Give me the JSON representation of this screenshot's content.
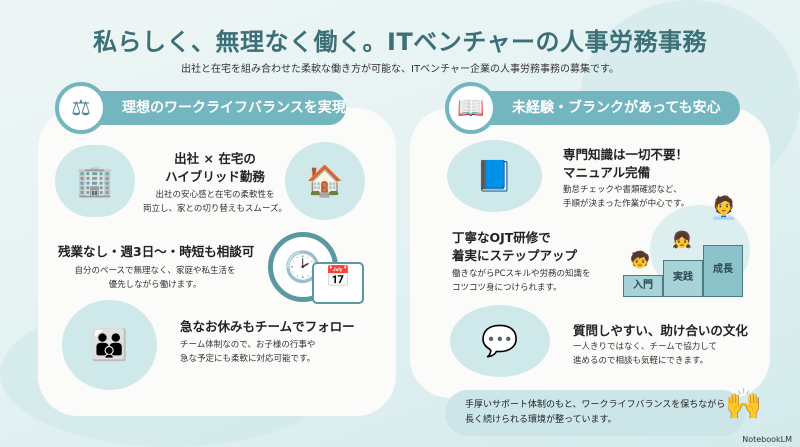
{
  "header": {
    "title": "私らしく、無理なく働く。ITベンチャーの人事労務事務",
    "subtitle": "出社と在宅を組み合わせた柔軟な働き方が可能な、ITベンチャー企業の人事労務事務の募集です。"
  },
  "left": {
    "heading": "理想のワークライフバランスを実現",
    "icon": "balance-scale-icon",
    "items": [
      {
        "title_lines": [
          "出社 × 在宅の",
          "ハイブリッド勤務"
        ],
        "desc_lines": [
          "出社の安心感と在宅の柔軟性を",
          "両立し、家との切り替えもスムーズ。"
        ]
      },
      {
        "title_lines": [
          "残業なし・週3日〜・時短も相談可"
        ],
        "desc_lines": [
          "自分のペースで無理なく、家庭や私生活を",
          "優先しながら働けます。"
        ]
      },
      {
        "title_lines": [
          "急なお休みもチームでフォロー"
        ],
        "desc_lines": [
          "チーム体制なので、お子様の行事や",
          "急な予定にも柔軟に対応可能です。"
        ]
      }
    ]
  },
  "right": {
    "heading": "未経験・ブランクがあっても安心",
    "icon": "book-sprout-icon",
    "items": [
      {
        "title_lines": [
          "専門知識は一切不要！",
          "マニュアル完備"
        ],
        "desc_lines": [
          "勤怠チェックや書類確認など、",
          "手順が決まった作業が中心です。"
        ]
      },
      {
        "title_lines": [
          "丁寧なOJT研修で",
          "着実にステップアップ"
        ],
        "desc_lines": [
          "働きながらPCスキルや労務の知識を",
          "コツコツ身につけられます。"
        ]
      },
      {
        "title_lines": [
          "質問しやすい、助け合いの文化"
        ],
        "desc_lines": [
          "一人きりではなく、チームで協力して",
          "進めるので相談も気軽にできます。"
        ]
      }
    ],
    "steps": [
      "入門",
      "実践",
      "成長"
    ]
  },
  "banner": {
    "lines": [
      "手厚いサポート体制のもと、ワークライフバランスを保ちながら",
      "長く続けられる環境が整っています。"
    ]
  },
  "brand": "NotebookLM",
  "colors": {
    "accent": "#74b6c0",
    "title": "#3c6f78"
  }
}
